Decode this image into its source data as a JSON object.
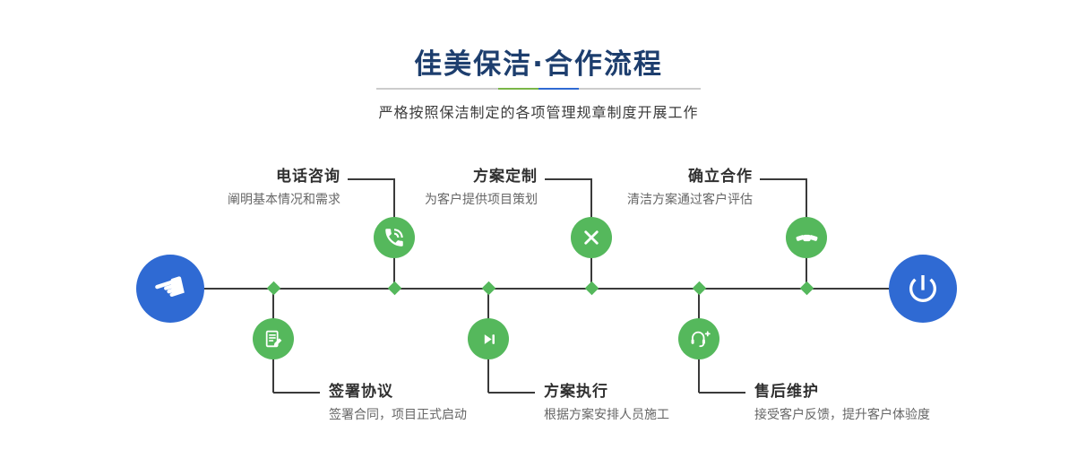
{
  "header": {
    "title": "佳美保洁·合作流程",
    "subtitle": "严格按照保洁制定的各项管理规章制度开展工作"
  },
  "colors": {
    "title_blue": "#1d3e6e",
    "accent_blue": "#2f6ad3",
    "accent_green": "#55b85c",
    "divider_green": "#7ab648",
    "line_dark": "#3a3a3a"
  },
  "timeline": {
    "start_icon": "pointing-hand-icon",
    "end_icon": "power-icon",
    "steps_top": [
      {
        "title": "电话咨询",
        "desc": "阐明基本情况和需求",
        "icon": "phone-icon"
      },
      {
        "title": "方案定制",
        "desc": "为客户提供项目策划",
        "icon": "pencil-icon"
      },
      {
        "title": "确立合作",
        "desc": "清洁方案通过客户评估",
        "icon": "handshake-icon"
      }
    ],
    "steps_bottom": [
      {
        "title": "签署协议",
        "desc": "签署合同，项目正式启动",
        "icon": "contract-icon"
      },
      {
        "title": "方案执行",
        "desc": "根据方案安排人员施工",
        "icon": "play-icon"
      },
      {
        "title": "售后维护",
        "desc": "接受客户反馈，提升客户体验度",
        "icon": "headset-icon"
      }
    ]
  }
}
